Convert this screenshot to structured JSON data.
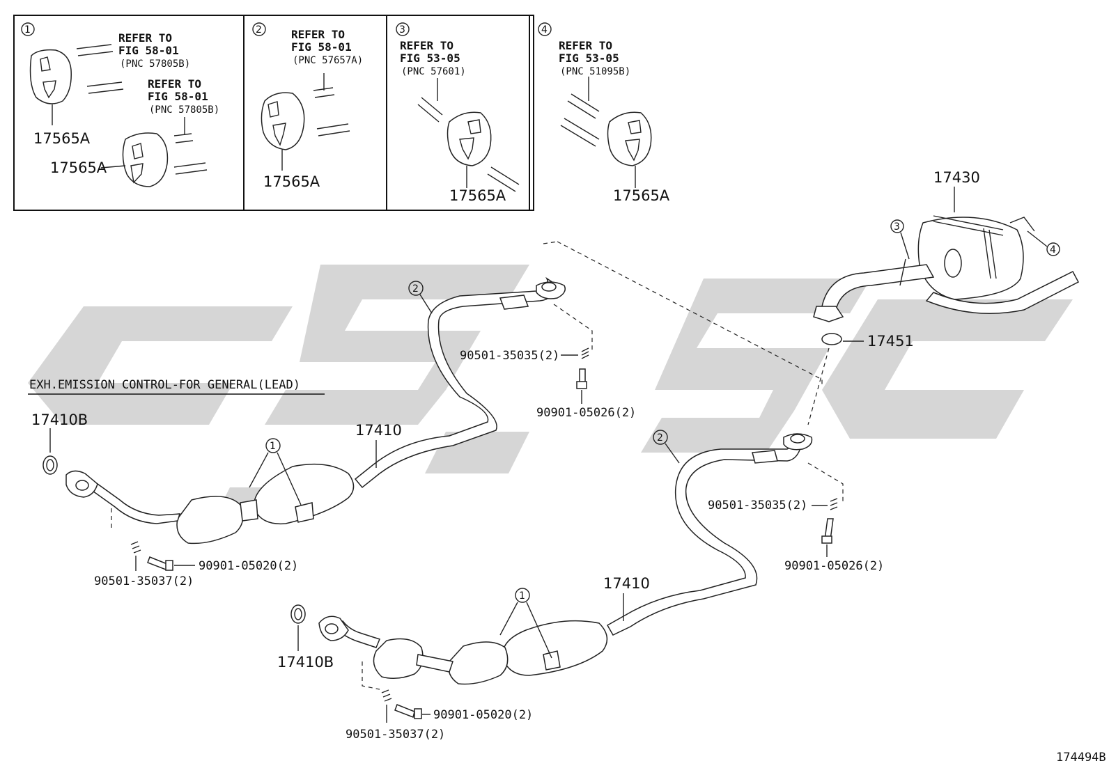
{
  "watermark": {
    "text": "GSC",
    "color": "#cfcfcf"
  },
  "inset_panels": [
    {
      "number": "1",
      "refs": [
        {
          "line1": "REFER TO",
          "line2": "FIG 58-01",
          "pnc": "(PNC 57805B)"
        },
        {
          "line1": "REFER TO",
          "line2": "FIG 58-01",
          "pnc": "(PNC 57805B)"
        }
      ],
      "parts": [
        "17565A",
        "17565A"
      ]
    },
    {
      "number": "2",
      "refs": [
        {
          "line1": "REFER TO",
          "line2": "FIG 58-01",
          "pnc": "(PNC 57657A)"
        }
      ],
      "parts": [
        "17565A"
      ]
    },
    {
      "number": "3",
      "refs": [
        {
          "line1": "REFER TO",
          "line2": "FIG 53-05",
          "pnc": "(PNC 57601)"
        }
      ],
      "parts": [
        "17565A"
      ]
    },
    {
      "number": "4",
      "refs": [
        {
          "line1": "REFER TO",
          "line2": "FIG 53-05",
          "pnc": "(PNC 51095B)"
        }
      ],
      "parts": [
        "17565A"
      ]
    }
  ],
  "section_title": "EXH.EMISSION CONTROL-FOR GENERAL(LEAD)",
  "labels": {
    "muffler": "17430",
    "gasket_tail": "17451",
    "gasket_front_upper": "17410B",
    "gasket_front_lower": "17410B",
    "pipe_upper": "17410",
    "pipe_lower": "17410",
    "spring_upper_mid": "90501-35035(2)",
    "bolt_upper_mid": "90901-05026(2)",
    "spring_right": "90501-35035(2)",
    "bolt_right": "90901-05026(2)",
    "bolt_upper_front": "90901-05020(2)",
    "spring_upper_front": "90501-35037(2)",
    "bolt_lower_front": "90901-05020(2)",
    "spring_lower_front": "90501-35037(2)"
  },
  "callouts": {
    "c1_upper": "1",
    "c2_upper": "2",
    "c2_lower": "2",
    "c1_lower": "1",
    "c3": "3",
    "c4": "4"
  },
  "diagram_id": "174494B"
}
